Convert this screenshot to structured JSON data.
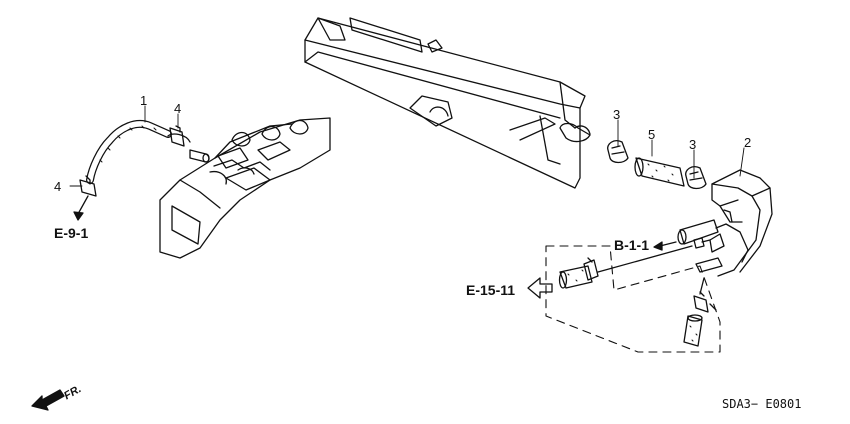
{
  "callouts": [
    {
      "id": "c1",
      "text": "1"
    },
    {
      "id": "c2",
      "text": "2"
    },
    {
      "id": "c3a",
      "text": "3"
    },
    {
      "id": "c3b",
      "text": "3"
    },
    {
      "id": "c4a",
      "text": "4"
    },
    {
      "id": "c4b",
      "text": "4"
    },
    {
      "id": "c5",
      "text": "5"
    }
  ],
  "references": {
    "e91": "E-9-1",
    "b11": "B-1-1",
    "e1511": "E-15-11"
  },
  "direction": "FR.",
  "diagram_code": "SDA3− E0801",
  "colors": {
    "line": "#111111",
    "background": "#ffffff"
  }
}
